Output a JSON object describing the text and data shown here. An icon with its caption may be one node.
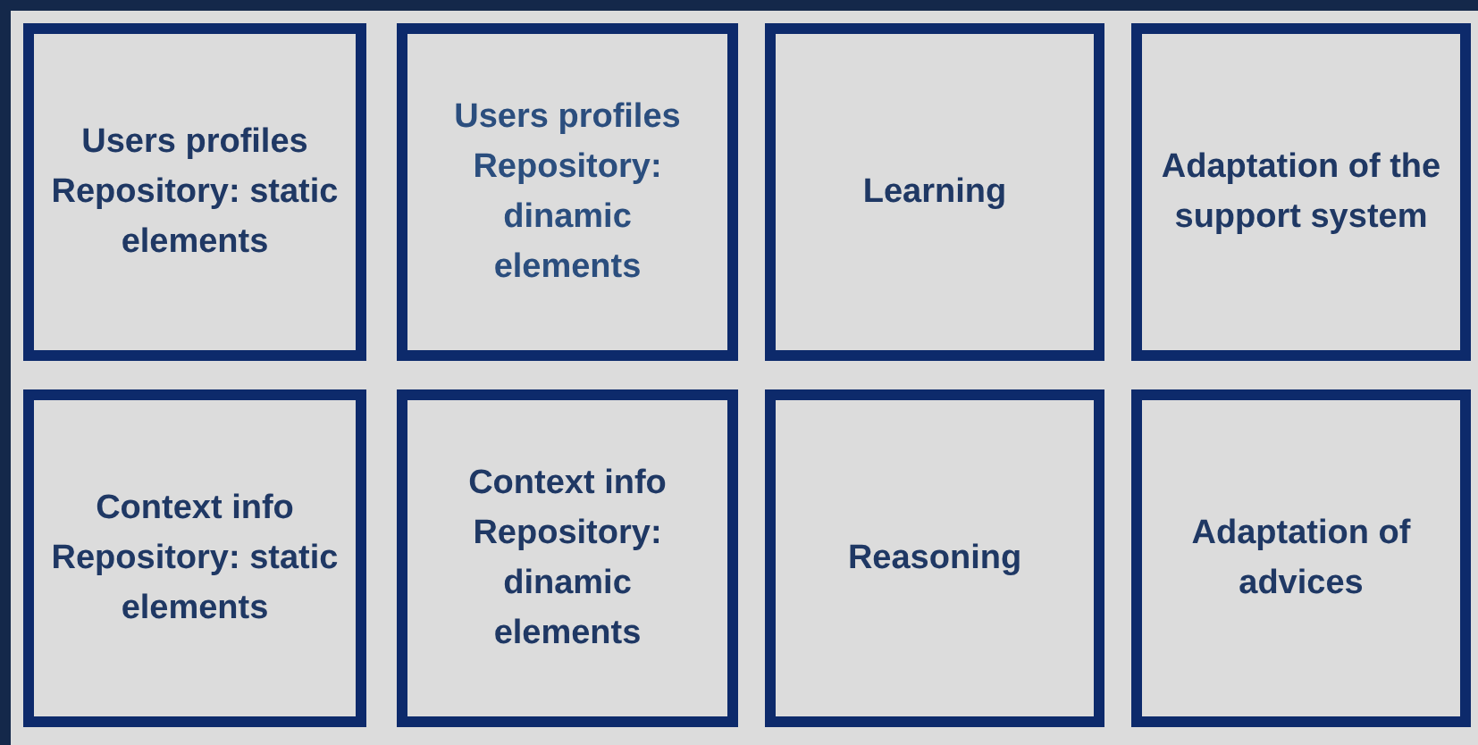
{
  "diagram": {
    "nodes": [
      {
        "text": [
          "Users profiles Repository: static elements"
        ]
      },
      {
        "text": [
          "Users profiles Repository: dinamic elements"
        ]
      },
      {
        "text": [
          "Learning"
        ]
      },
      {
        "text": [
          "Adaptation of the support system"
        ]
      },
      {
        "text": [
          "Context info Repository: static elements"
        ]
      },
      {
        "text": [
          "Context info Repository: dinamic elements"
        ]
      },
      {
        "text": [
          "Reasoning"
        ]
      },
      {
        "text": [
          "Adaptation of advices"
        ]
      }
    ]
  }
}
